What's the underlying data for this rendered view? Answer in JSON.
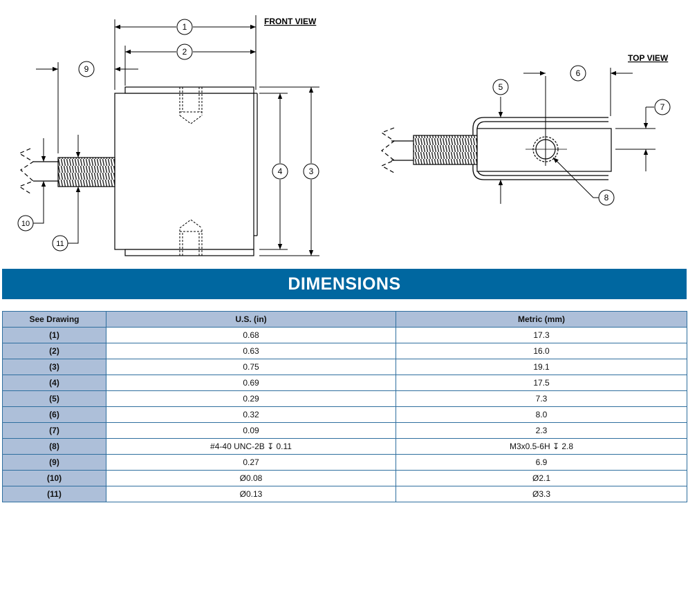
{
  "views": {
    "front_label": "FRONT VIEW",
    "top_label": "TOP VIEW"
  },
  "callouts": [
    "1",
    "2",
    "3",
    "4",
    "5",
    "6",
    "7",
    "8",
    "9",
    "10",
    "11"
  ],
  "banner": {
    "title": "DIMENSIONS"
  },
  "table": {
    "headers": [
      "See Drawing",
      "U.S. (in)",
      "Metric (mm)"
    ],
    "rows": [
      [
        "(1)",
        "0.68",
        "17.3"
      ],
      [
        "(2)",
        "0.63",
        "16.0"
      ],
      [
        "(3)",
        "0.75",
        "19.1"
      ],
      [
        "(4)",
        "0.69",
        "17.5"
      ],
      [
        "(5)",
        "0.29",
        "7.3"
      ],
      [
        "(6)",
        "0.32",
        "8.0"
      ],
      [
        "(7)",
        "0.09",
        "2.3"
      ],
      [
        "(8)",
        "#4-40 UNC-2B ↧ 0.11",
        "M3x0.5-6H ↧ 2.8"
      ],
      [
        "(9)",
        "0.27",
        "6.9"
      ],
      [
        "(10)",
        "Ø0.08",
        "Ø2.1"
      ],
      [
        "(11)",
        "Ø0.13",
        "Ø3.3"
      ]
    ]
  },
  "colors": {
    "banner": "#0067a0",
    "header_fill": "#adbfd9",
    "border": "#2e6e9e"
  }
}
